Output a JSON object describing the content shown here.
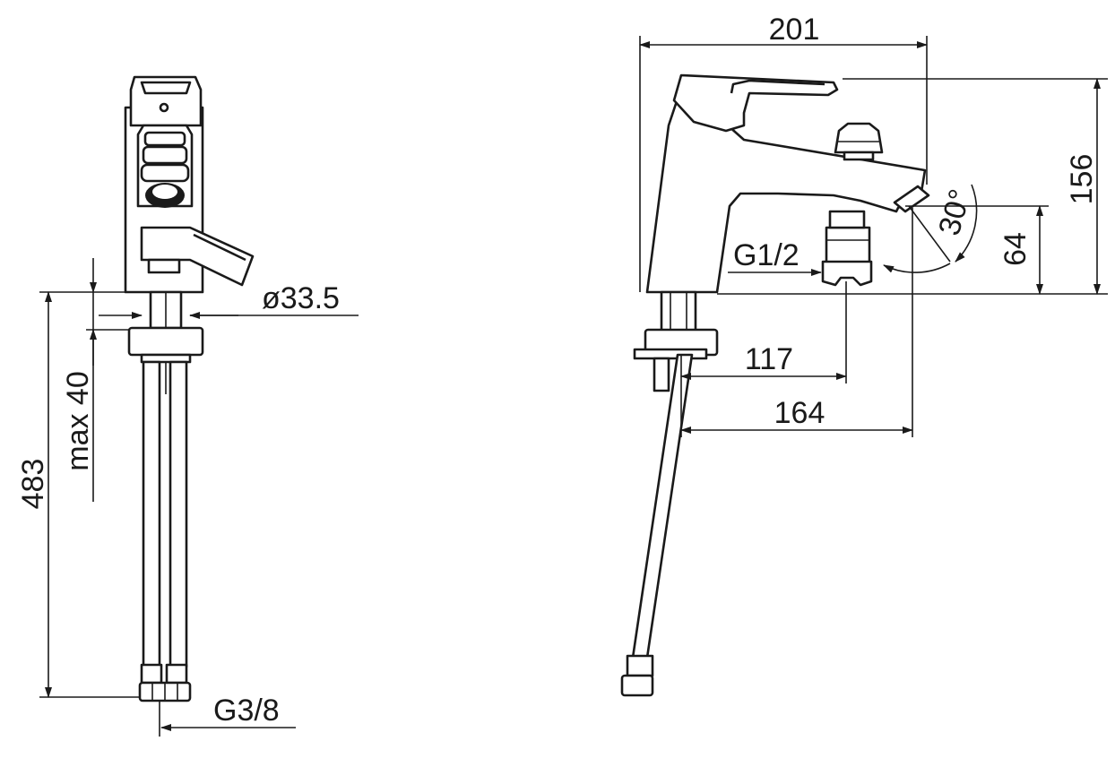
{
  "front_view": {
    "dim_height": "483",
    "dim_deck": "max 40",
    "dim_diameter": "ø33.5",
    "dim_thread": "G3/8"
  },
  "side_view": {
    "dim_width": "201",
    "dim_height": "156",
    "dim_spout_height": "64",
    "dim_angle": "30°",
    "dim_outlet": "G1/2",
    "dim_reach_117": "117",
    "dim_reach_164": "164"
  }
}
